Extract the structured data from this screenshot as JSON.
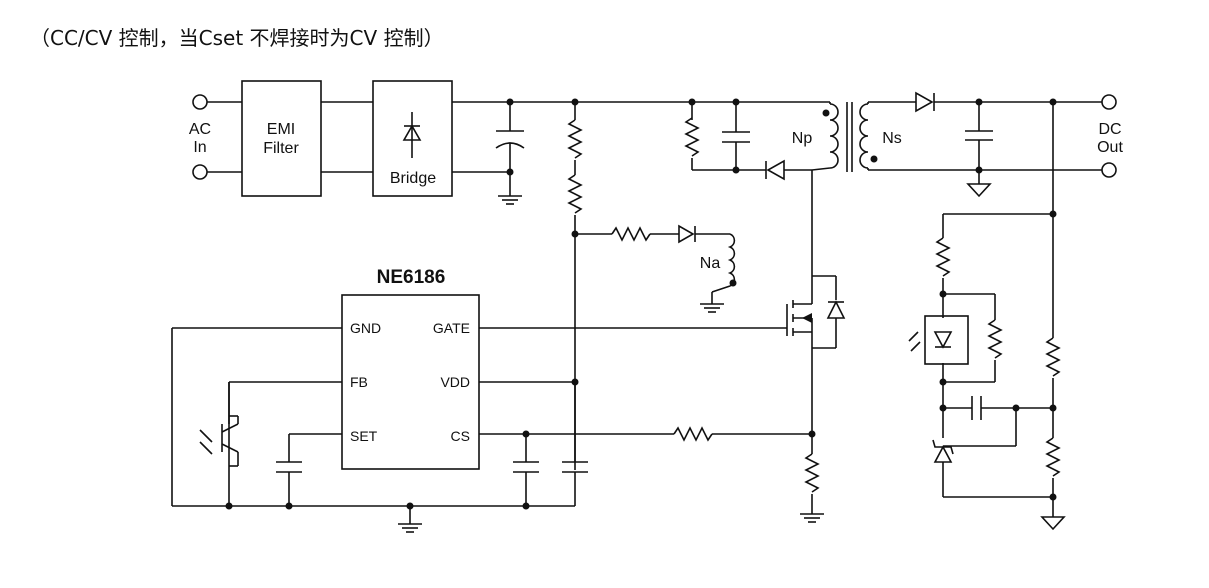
{
  "caption": "（CC/CV 控制，当Cset 不焊接时为CV 控制）",
  "labels": {
    "ac_in_1": "AC",
    "ac_in_2": "In",
    "emi_1": "EMI",
    "emi_2": "Filter",
    "bridge": "Bridge",
    "np": "Np",
    "ns": "Ns",
    "na": "Na",
    "dc_out_1": "DC",
    "dc_out_2": "Out",
    "chip": "NE6186"
  },
  "pins": {
    "gnd": "GND",
    "fb": "FB",
    "set": "SET",
    "gate": "GATE",
    "vdd": "VDD",
    "cs": "CS"
  }
}
